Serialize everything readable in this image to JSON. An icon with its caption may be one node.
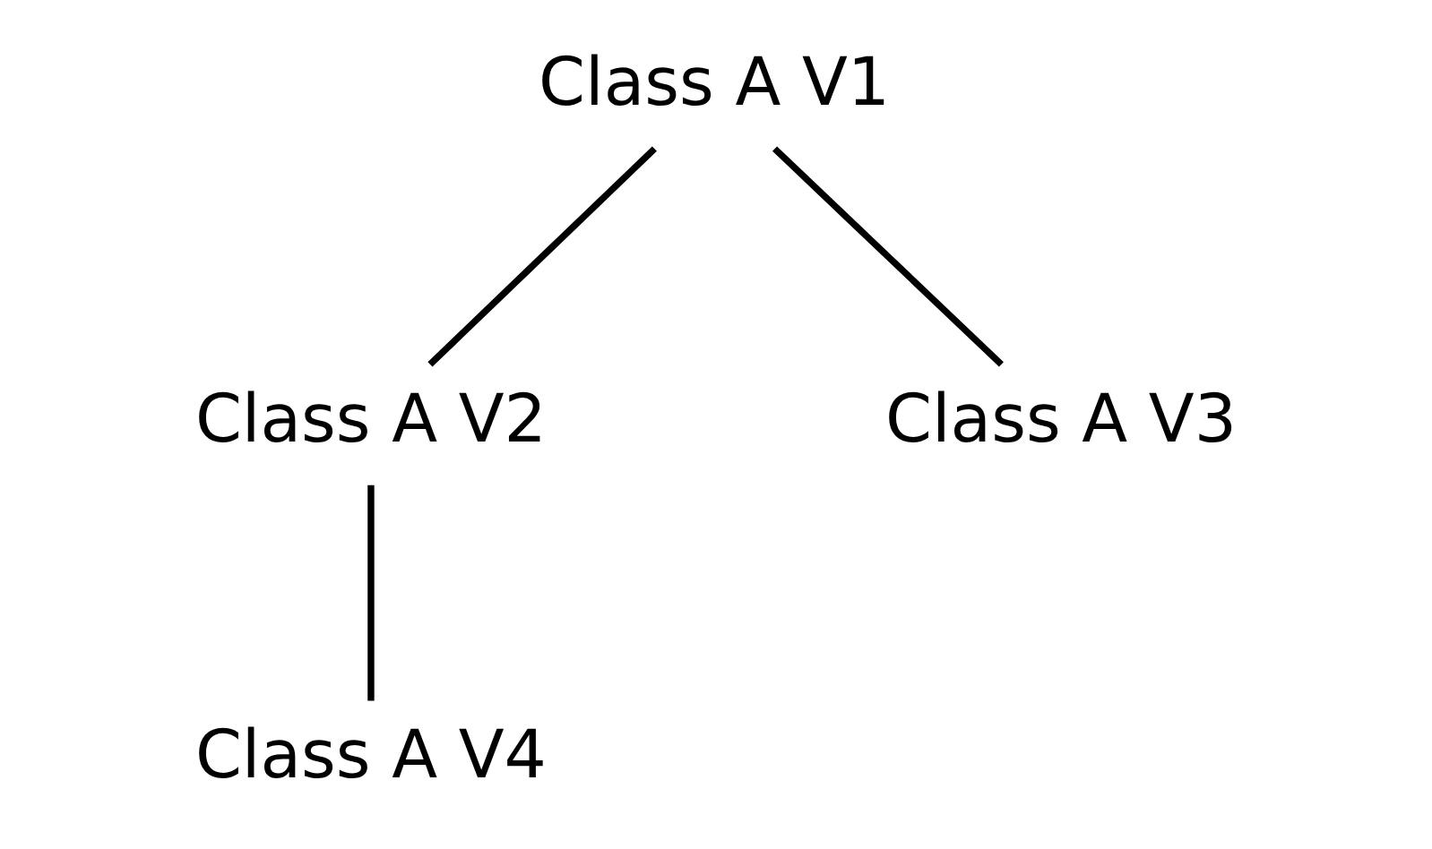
{
  "diagram": {
    "nodes": [
      {
        "text": [
          "Class A V1"
        ]
      },
      {
        "text": [
          "Class A V2"
        ]
      },
      {
        "text": [
          "Class A V3"
        ]
      },
      {
        "text": [
          "Class A V4"
        ]
      }
    ],
    "edges": [
      {
        "from": 0,
        "to": 1,
        "arrow": "none"
      },
      {
        "from": 0,
        "to": 2,
        "arrow": "none"
      },
      {
        "from": 1,
        "to": 3,
        "arrow": "none"
      }
    ]
  }
}
